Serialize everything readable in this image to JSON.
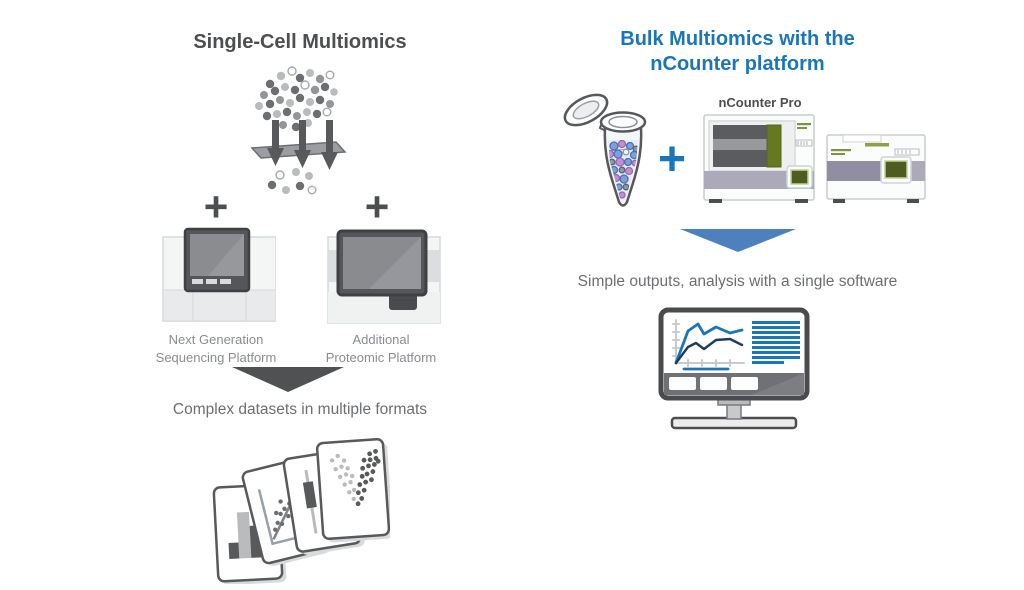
{
  "colors": {
    "accent_blue": "#1b75bb",
    "arrow_blue": "#4e80bd",
    "arrow_dark": "#505153",
    "title_gray": "#4d4e50",
    "caption_gray": "#6d6e71",
    "label_gray": "#8a8c8e",
    "instrument_band": "#aba9ba",
    "instrument_green": "#66791f"
  },
  "left": {
    "title": "Single-Cell Multiomics",
    "plus": "+",
    "platform_labels": [
      "Next Generation\nSequencing Platform",
      "Additional\nProteomic Platform"
    ],
    "caption": "Complex datasets in multiple formats",
    "icons": [
      "cell-scatter-icon",
      "cell-sorting-plate-icon",
      "ngs-instrument-icon",
      "proteomic-instrument-icon",
      "down-arrow-icon",
      "dataset-cards-icon"
    ]
  },
  "right": {
    "title": "Bulk Multiomics with the\nnCounter platform",
    "plus": "+",
    "instrument_label": "nCounter Pro",
    "caption": "Simple outputs, analysis with a single software",
    "icons": [
      "sample-tube-icon",
      "ncounter-instruments-icon",
      "down-arrow-icon",
      "analysis-monitor-icon"
    ]
  }
}
